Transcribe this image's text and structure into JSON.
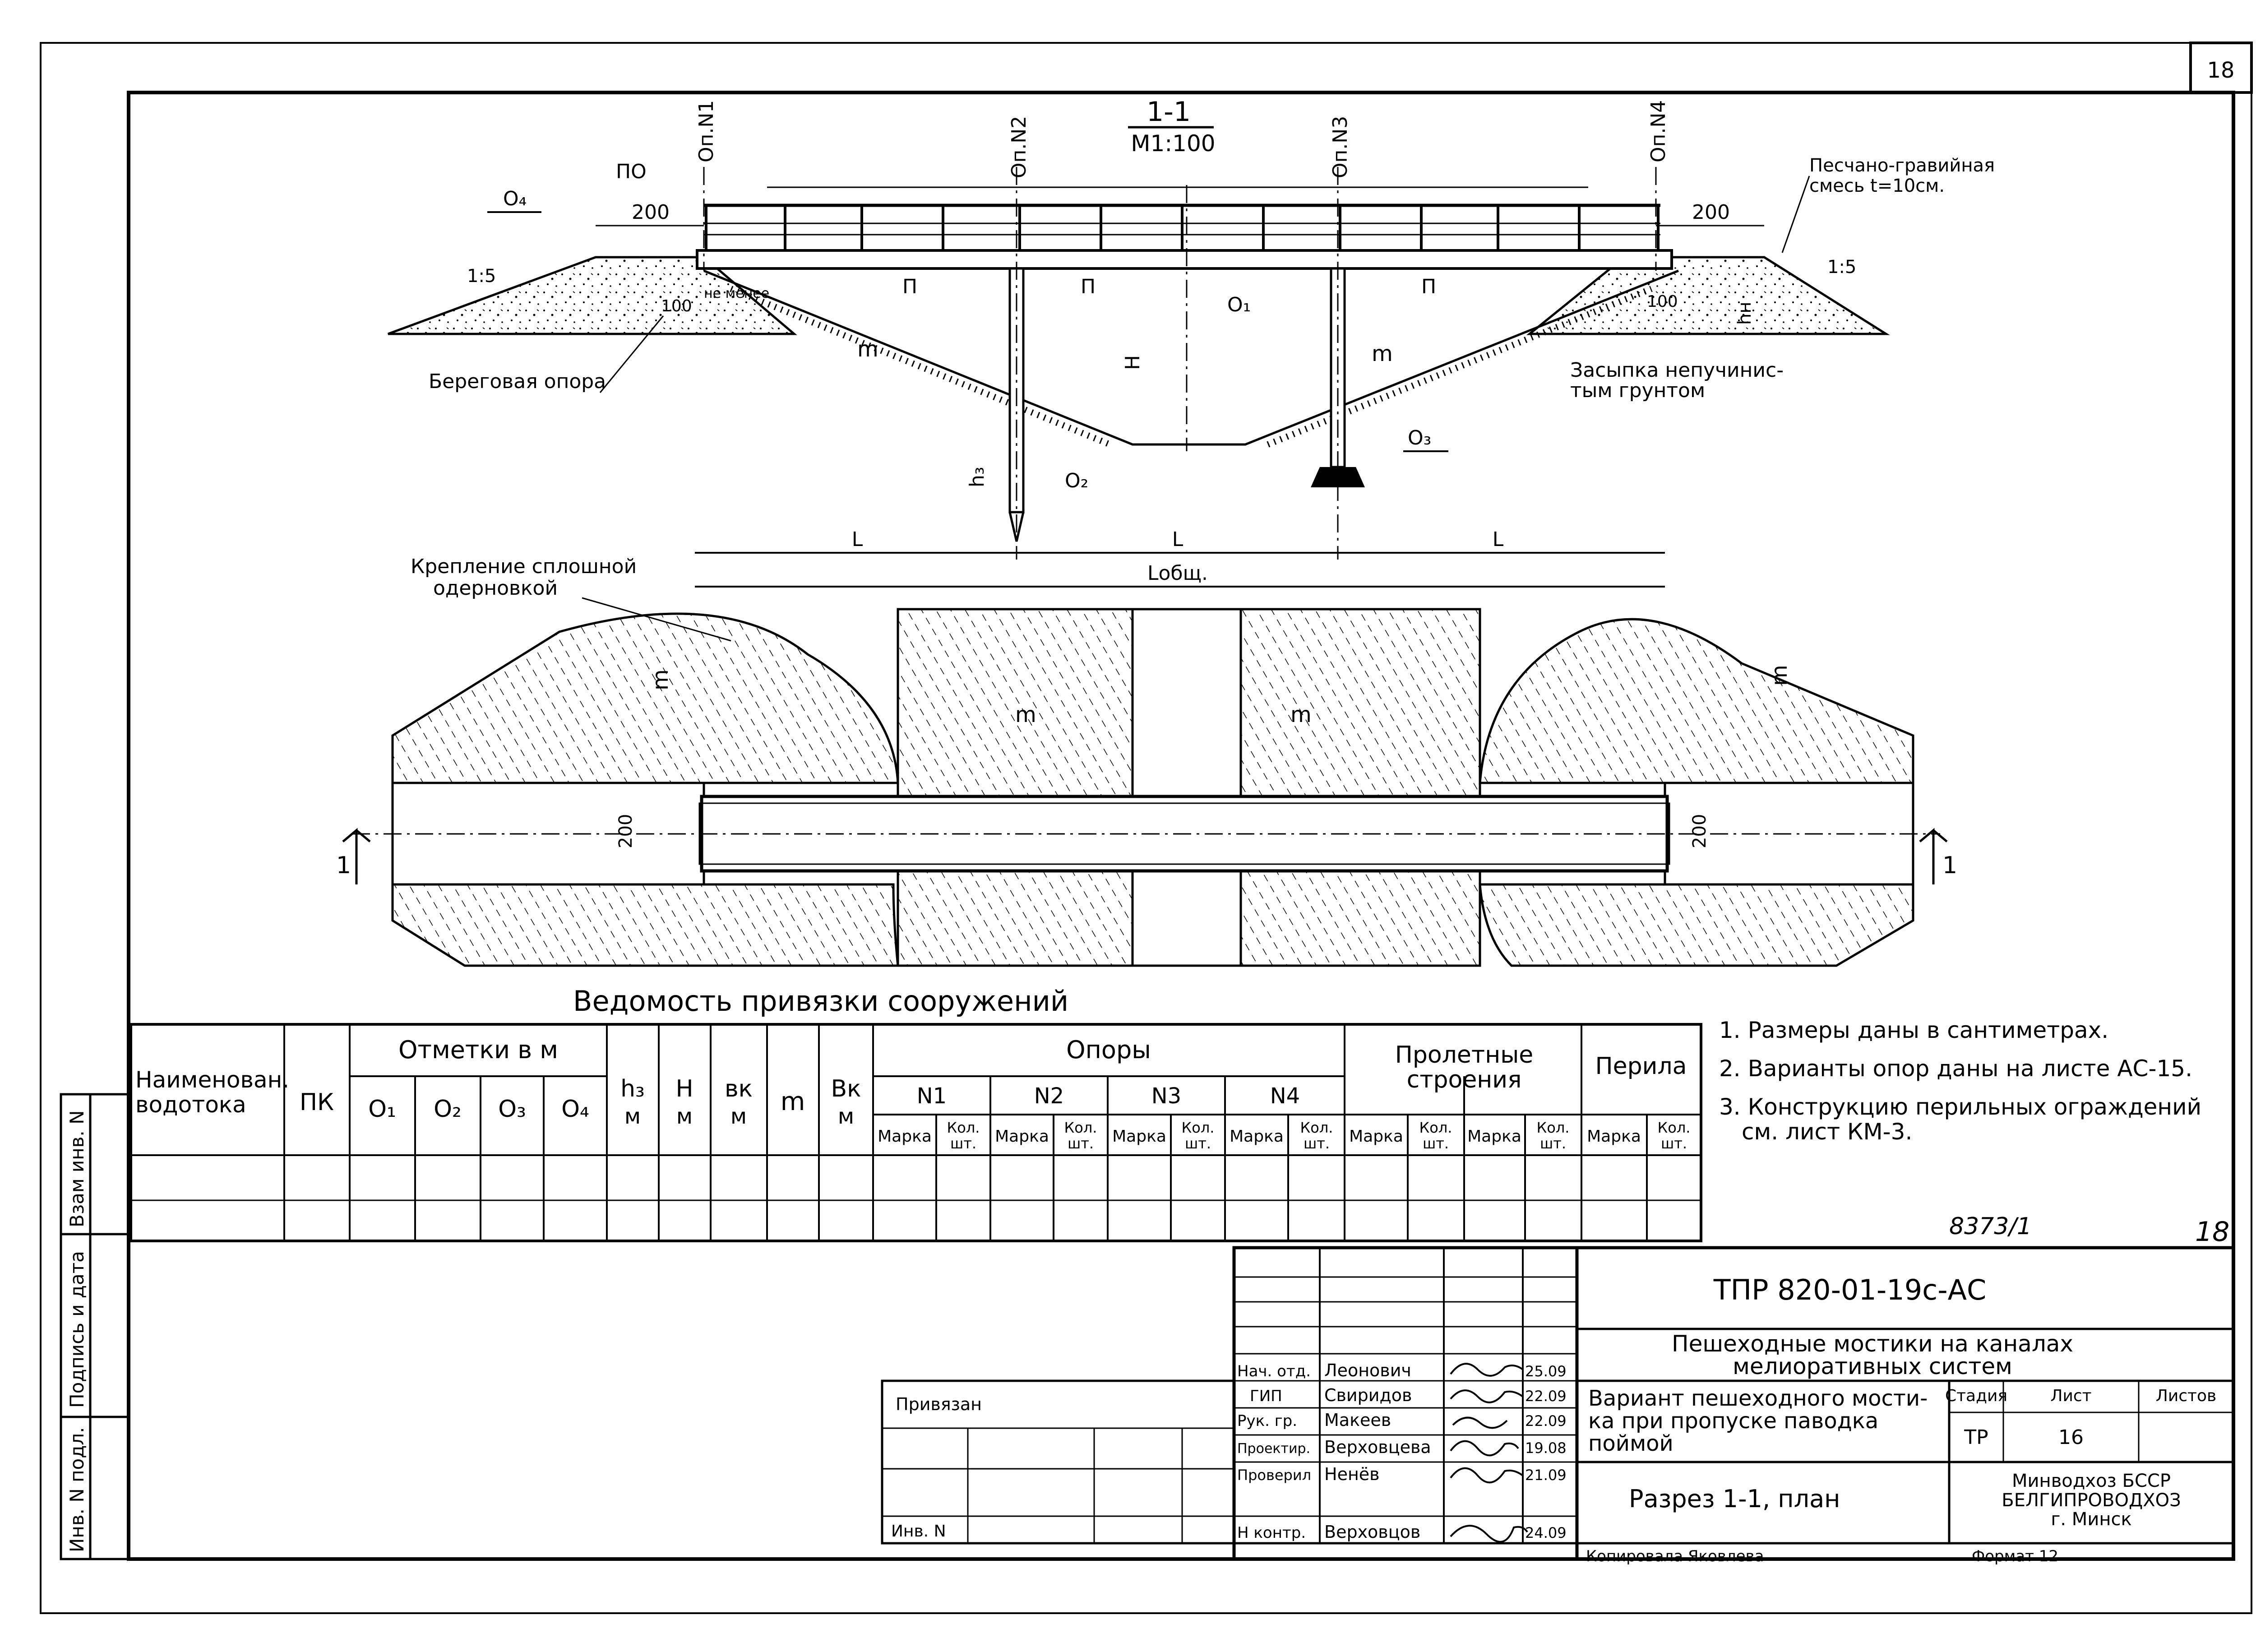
{
  "sheet_number": "18",
  "section": {
    "title": "1-1",
    "scale": "М1:100",
    "supports": [
      "Оп.N1",
      "Оп.N2",
      "Оп.N3",
      "Оп.N4"
    ],
    "labels": {
      "po": "ПО",
      "o4": "О₄",
      "o1": "О₁",
      "o2": "О₂",
      "o3": "О₃",
      "p": "П",
      "m": "m",
      "H": "Н",
      "h3": "h₃",
      "hn": "hн",
      "slope": "1:5",
      "dim_200": "200",
      "dim_100": "100",
      "not_less": "не менее",
      "gravel_1": "Песчано-гравийная",
      "gravel_2": "смесь t=10см.",
      "bank_support": "Береговая опора",
      "backfill_1": "Засыпка непучинис-",
      "backfill_2": "тым грунтом",
      "L": "L",
      "L_total": "Lобщ."
    }
  },
  "plan": {
    "sod_1": "Крепление сплошной",
    "sod_2": "одерновкой",
    "m": "m",
    "dim_200": "200",
    "cut": "1"
  },
  "table": {
    "title": "Ведомость привязки сооружений",
    "col_name": "Наименован. водотока",
    "col_pk": "ПК",
    "col_marks": "Отметки в м",
    "o1": "О₁",
    "o2": "О₂",
    "o3": "О₃",
    "o4": "О₄",
    "h3": "h₃",
    "H": "Н",
    "bk": "вк",
    "m": "m",
    "Bk": "Вк",
    "unit_m": "м",
    "col_supports": "Опоры",
    "supports": [
      "N1",
      "N2",
      "N3",
      "N4"
    ],
    "col_spans_1": "Пролетные",
    "col_spans_2": "строения",
    "col_rails": "Перила",
    "mark": "Марка",
    "qty_1": "Кол.",
    "qty_2": "шт."
  },
  "notes": [
    "1. Размеры даны в сантиметрах.",
    "2. Варианты опор даны на листе АС-15.",
    "3. Конструкцию перильных ограждений",
    "см. лист КМ-3."
  ],
  "side_stamp": [
    "Инв. N подл.",
    "Подпись и дата",
    "Взам инв. N"
  ],
  "inventory_handwritten": "8373/1",
  "sheet_handwritten": "18",
  "titleblock": {
    "code": "ТПР 820-01-19с-АС",
    "project_1": "Пешеходные мостики на каналах",
    "project_2": "мелиоративных систем",
    "drawing_1": "Вариант пешеходного мости-",
    "drawing_2": "ка при пропуске паводка",
    "drawing_3": "поймой",
    "sheet_title": "Разрез 1-1, план",
    "stage_label": "Стадия",
    "sheet_label": "Лист",
    "sheets_label": "Листов",
    "stage": "ТР",
    "sheet": "16",
    "org_1": "Минводхоз БССР",
    "org_2": "БЕЛГИПРОВОДХОЗ",
    "org_3": "г. Минск",
    "bound": "Привязан",
    "inv": "Инв. N",
    "copied": "Копировала Яковлева",
    "format": "Формат 12",
    "staff": [
      {
        "role": "Нач. отд.",
        "name": "Леонович",
        "date": "25.09"
      },
      {
        "role": "ГИП",
        "name": "Свиридов",
        "date": "22.09"
      },
      {
        "role": "Рук. гр.",
        "name": "Макеев",
        "date": "22.09"
      },
      {
        "role": "Проектир.",
        "name": "Верховцева",
        "date": "19.08"
      },
      {
        "role": "Проверил",
        "name": "Ненёв",
        "date": "21.09"
      },
      {
        "role": "Н контр.",
        "name": "Верховцов",
        "date": "24.09"
      }
    ]
  }
}
